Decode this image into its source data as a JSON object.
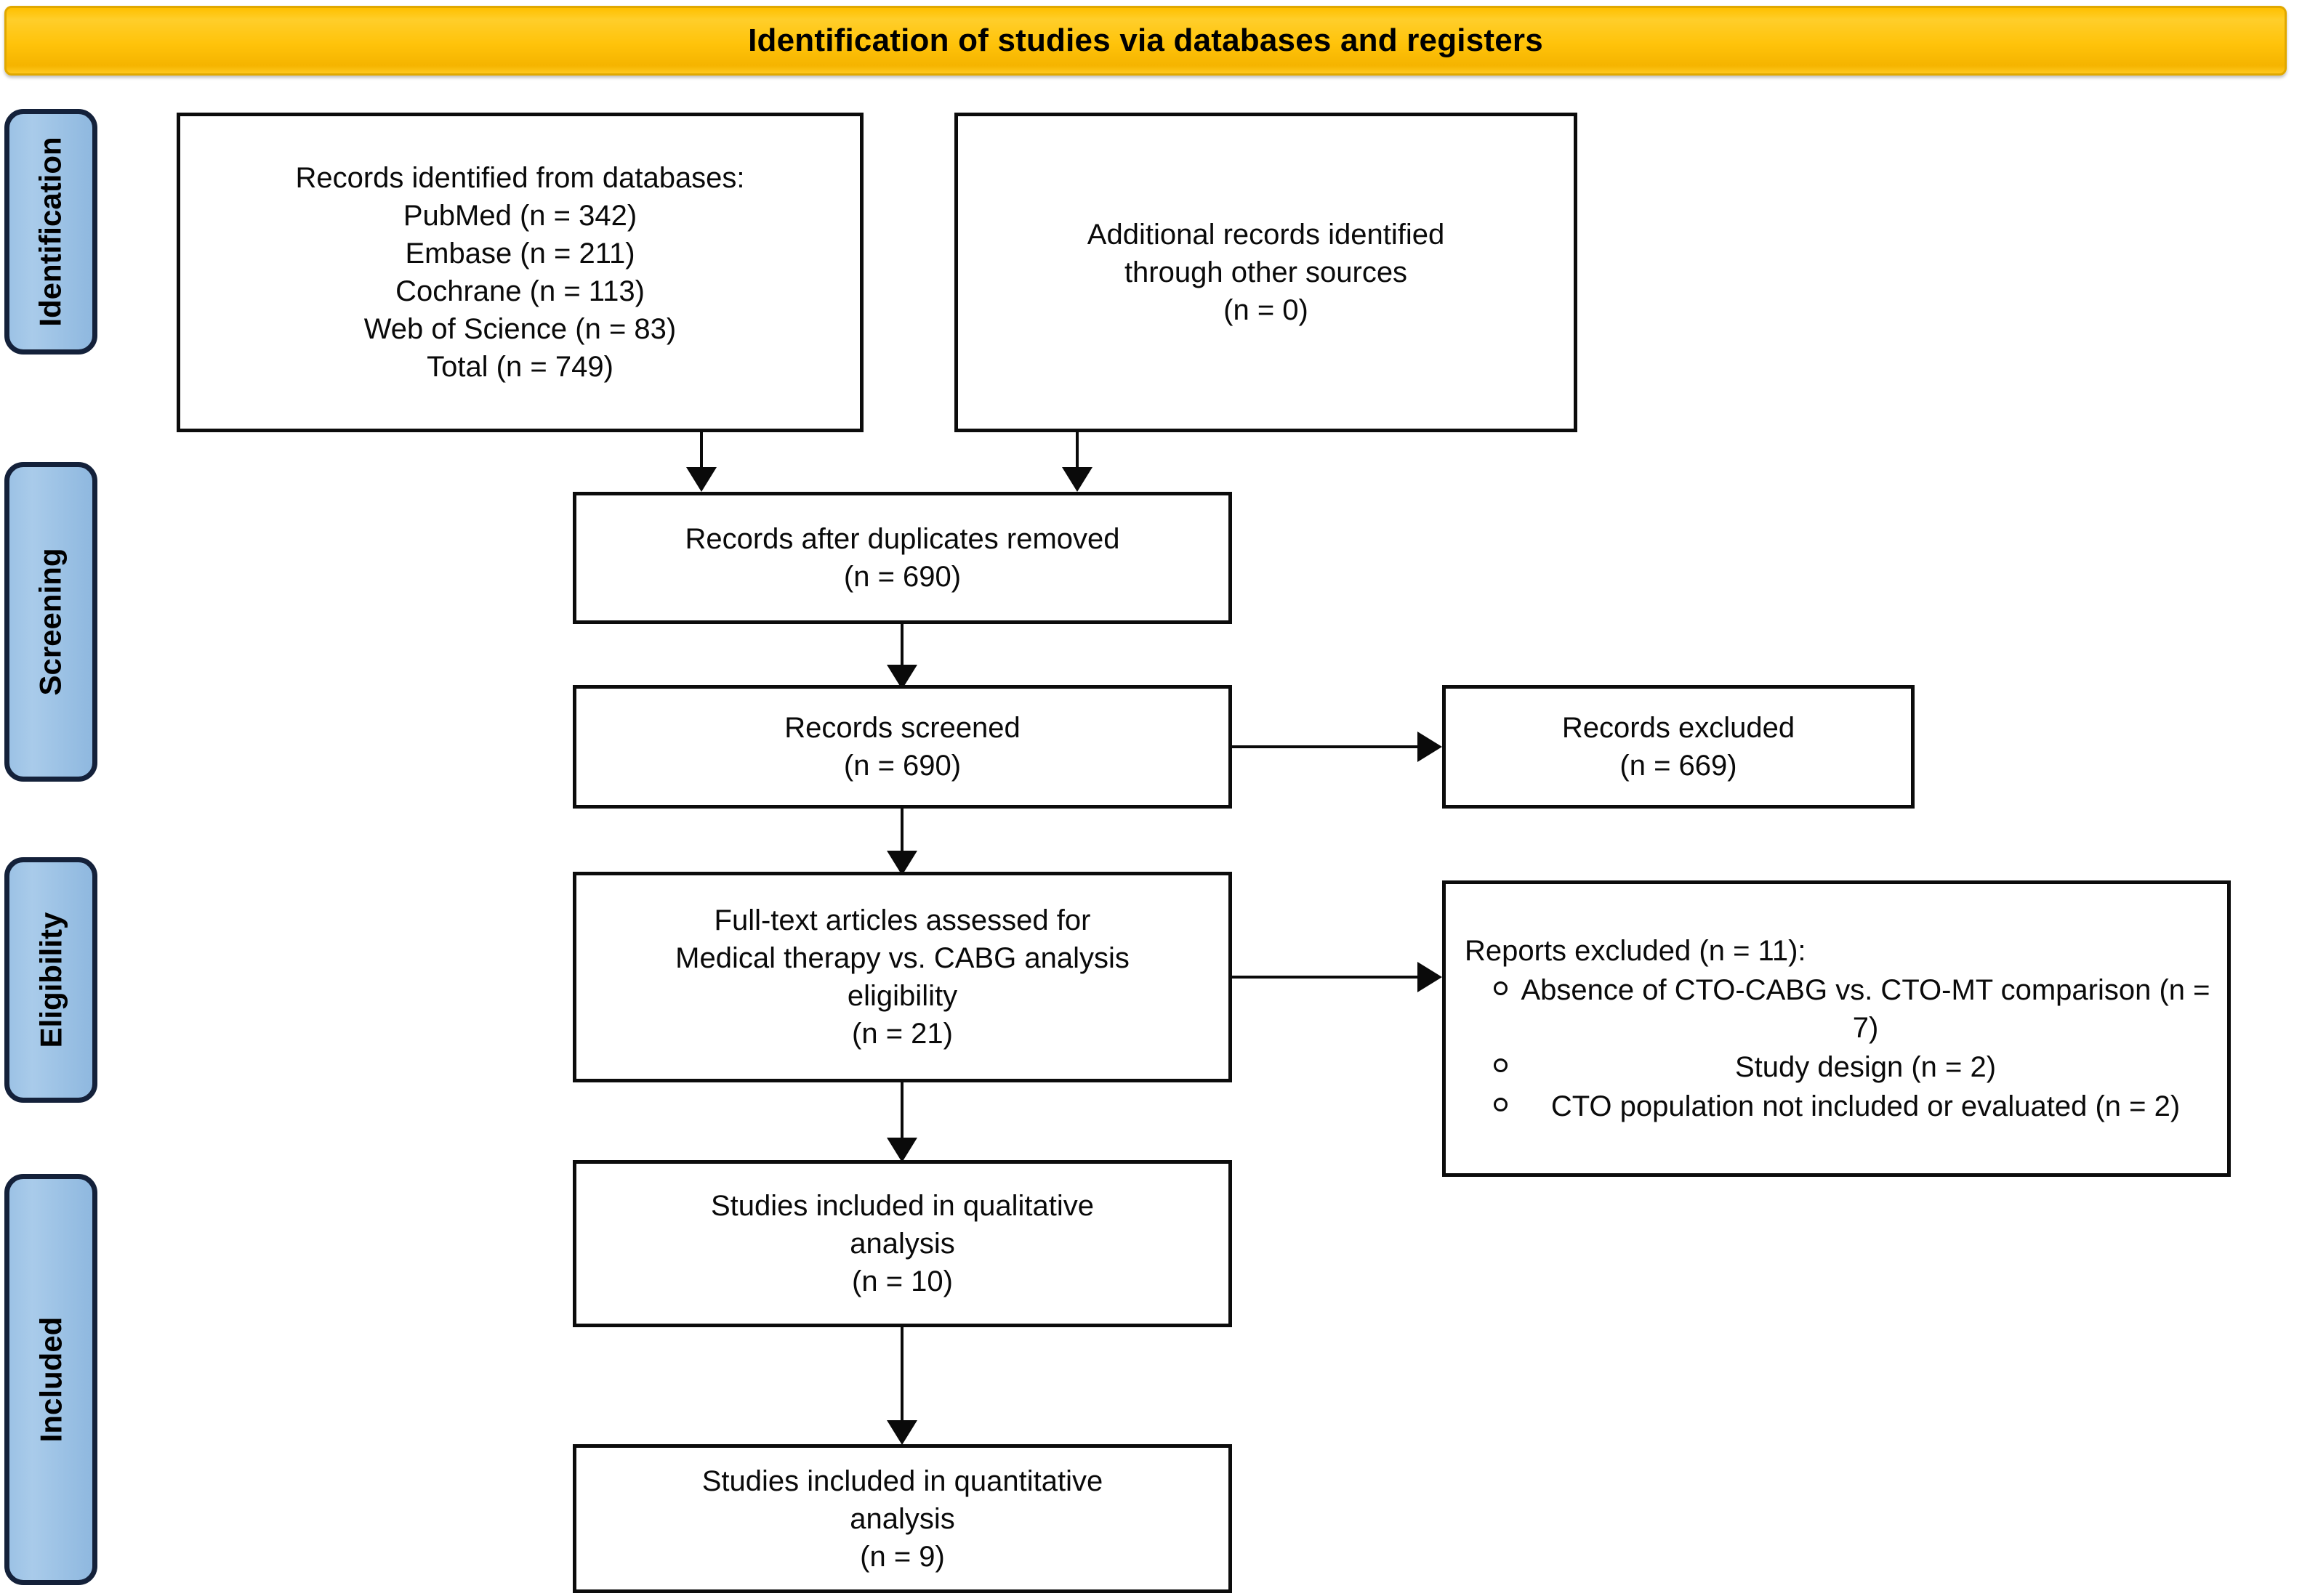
{
  "header": {
    "title": "Identification of studies via databases and registers",
    "background_color": "#FFC000"
  },
  "stages": [
    {
      "label": "Identification"
    },
    {
      "label": "Screening"
    },
    {
      "label": "Eligibility"
    },
    {
      "label": "Included"
    }
  ],
  "stage_bar_color": "#9CC2E5",
  "boxes": {
    "databases": {
      "lines": [
        "Records identified from databases:",
        "PubMed (n = 342)",
        "Embase (n = 211)",
        "Cochrane (n = 113)",
        "Web of Science (n = 83)",
        "Total (n = 749)"
      ]
    },
    "other_sources": {
      "lines": [
        "Additional records identified",
        "through other sources",
        "(n = 0)"
      ]
    },
    "duplicates_removed": {
      "lines": [
        "Records after duplicates removed",
        "(n = 690)"
      ]
    },
    "records_screened": {
      "lines": [
        "Records screened",
        "(n = 690)"
      ]
    },
    "records_excluded": {
      "lines": [
        "Records excluded",
        "(n = 669)"
      ]
    },
    "fulltext_assessed": {
      "lines": [
        "Full-text articles assessed for",
        "Medical therapy vs. CABG analysis",
        "eligibility",
        "(n = 21)"
      ]
    },
    "reports_excluded": {
      "heading": "Reports excluded (n = 11):",
      "items": [
        "Absence of CTO-CABG vs. CTO-MT comparison (n = 7)",
        "Study design (n = 2)",
        "CTO population not included or evaluated (n = 2)"
      ]
    },
    "qualitative": {
      "lines": [
        "Studies included in qualitative",
        "analysis",
        "(n = 10)"
      ]
    },
    "quantitative": {
      "lines": [
        "Studies included in quantitative",
        "analysis",
        "(n = 9)"
      ]
    }
  }
}
